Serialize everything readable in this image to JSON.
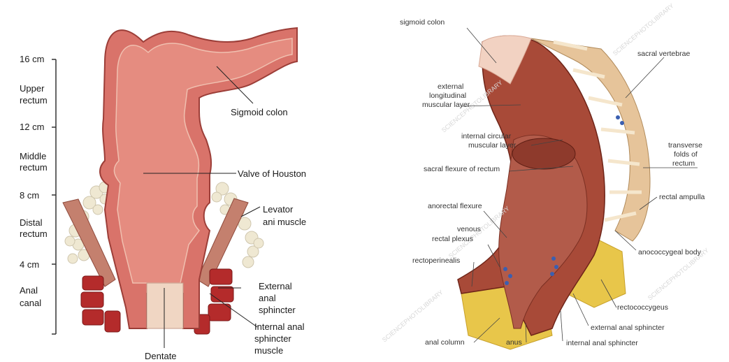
{
  "left": {
    "scale": [
      {
        "text": "16 cm",
        "kind": "tick"
      },
      {
        "text": "Upper",
        "kind": "region"
      },
      {
        "text": "rectum",
        "kind": "region"
      },
      {
        "text": "12 cm",
        "kind": "tick"
      },
      {
        "text": "Middle",
        "kind": "region"
      },
      {
        "text": "rectum",
        "kind": "region"
      },
      {
        "text": "8 cm",
        "kind": "tick"
      },
      {
        "text": "Distal",
        "kind": "region"
      },
      {
        "text": "rectum",
        "kind": "region"
      },
      {
        "text": "4 cm",
        "kind": "tick"
      },
      {
        "text": "Anal",
        "kind": "region"
      },
      {
        "text": "canal",
        "kind": "region"
      }
    ],
    "labels": {
      "sigmoid_colon": "Sigmoid colon",
      "valve_of_houston": "Valve of Houston",
      "levator_1": "Levator",
      "levator_2": "ani muscle",
      "external_1": "External",
      "external_2": "anal",
      "external_3": "sphincter",
      "internal_1": "Internal anal",
      "internal_2": "sphincter",
      "internal_3": "muscle",
      "dentate": "Dentate"
    }
  },
  "right": {
    "labels": {
      "sigmoid_colon": "sigmoid colon",
      "ext_long_1": "external",
      "ext_long_2": "longitudinal",
      "ext_long_3": "muscular layer",
      "int_circ_1": "internal circular",
      "int_circ_2": "muscular layer",
      "sacral_flexure": "sacral flexure of rectum",
      "anorectal_flexure": "anorectal flexure",
      "venous_1": "venous",
      "venous_2": "rectal plexus",
      "rectoperinealis": "rectoperinealis",
      "anal_column": "anal column",
      "anus": "anus",
      "internal_anal_sphincter": "internal anal sphincter",
      "external_anal_sphincter": "external anal sphincter",
      "rectococcygeus": "rectococcygeus",
      "anococcygeal_body": "anococcygeal body",
      "rectal_ampulla": "rectal ampulla",
      "transverse_1": "transverse",
      "transverse_2": "folds of",
      "transverse_3": "rectum",
      "sacral_vertebrae": "sacral vertebrae"
    },
    "watermark": "SCIENCEPHOTOLIBRARY"
  },
  "colors": {
    "tissue": "#d9736a",
    "tissue_dark": "#b6524b",
    "lumen": "#e58c80",
    "muscle": "#a8302c",
    "fat": "#efe5c9",
    "fat_right": "#e8c64a",
    "bone": "#e6c49a"
  }
}
